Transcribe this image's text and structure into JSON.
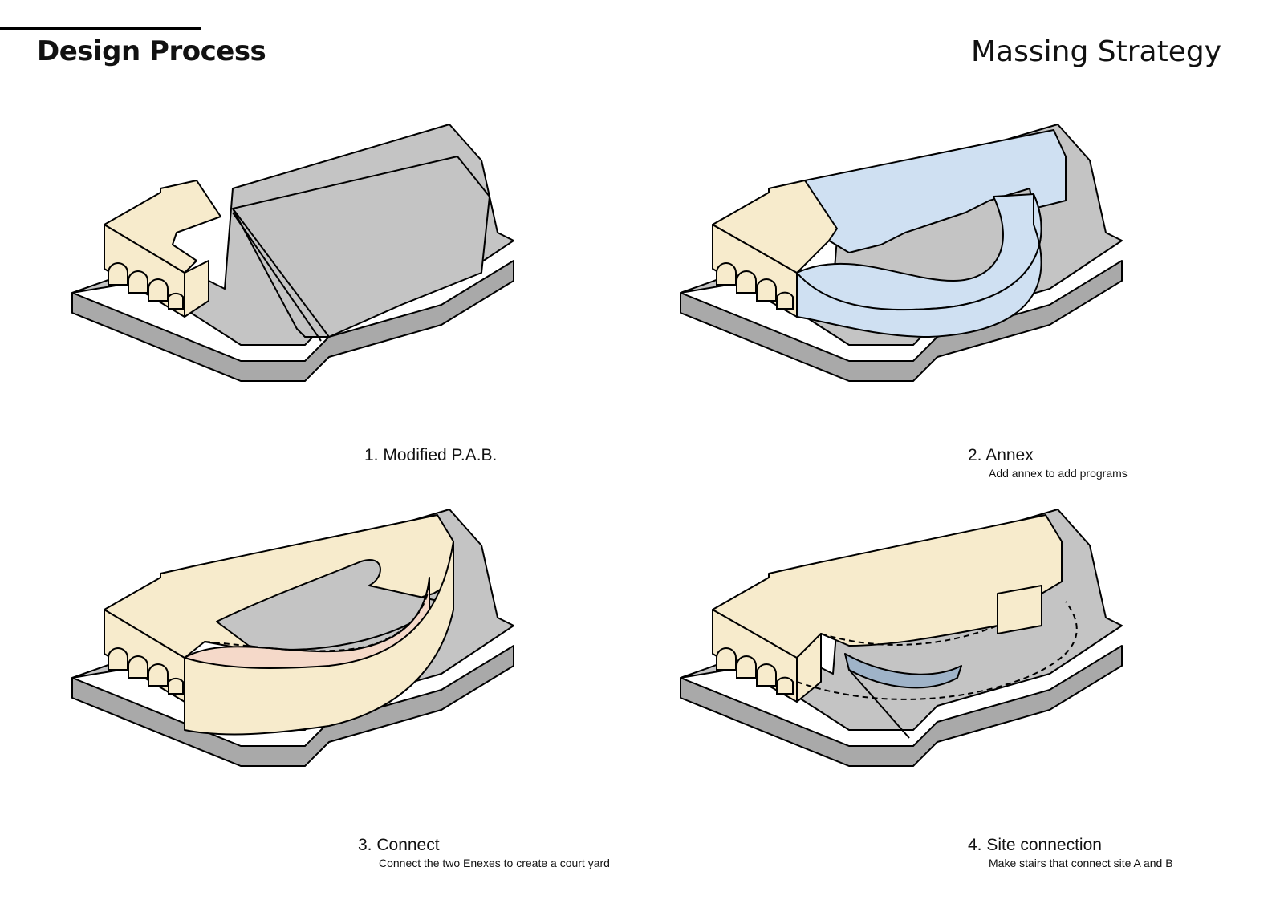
{
  "header": {
    "left_title": "Design Process",
    "right_title": "Massing Strategy"
  },
  "steps": [
    {
      "title": "1. Modified P.A.B.",
      "subtitle": ""
    },
    {
      "title": "2. Annex",
      "subtitle": "Add annex to add programs"
    },
    {
      "title": "3. Connect",
      "subtitle": "Connect the two Enexes to create a court yard"
    },
    {
      "title": "4. Site connection",
      "subtitle": "Make stairs that connect site A and B"
    }
  ],
  "colors": {
    "site_gray": "#c4c4c4",
    "site_dark": "#a9a9a9",
    "existing_cream": "#f7ebcc",
    "annex_blue": "#cfe0f2",
    "connect_pink": "#f5d9c9",
    "stairs_blue": "#9fb3c8"
  }
}
